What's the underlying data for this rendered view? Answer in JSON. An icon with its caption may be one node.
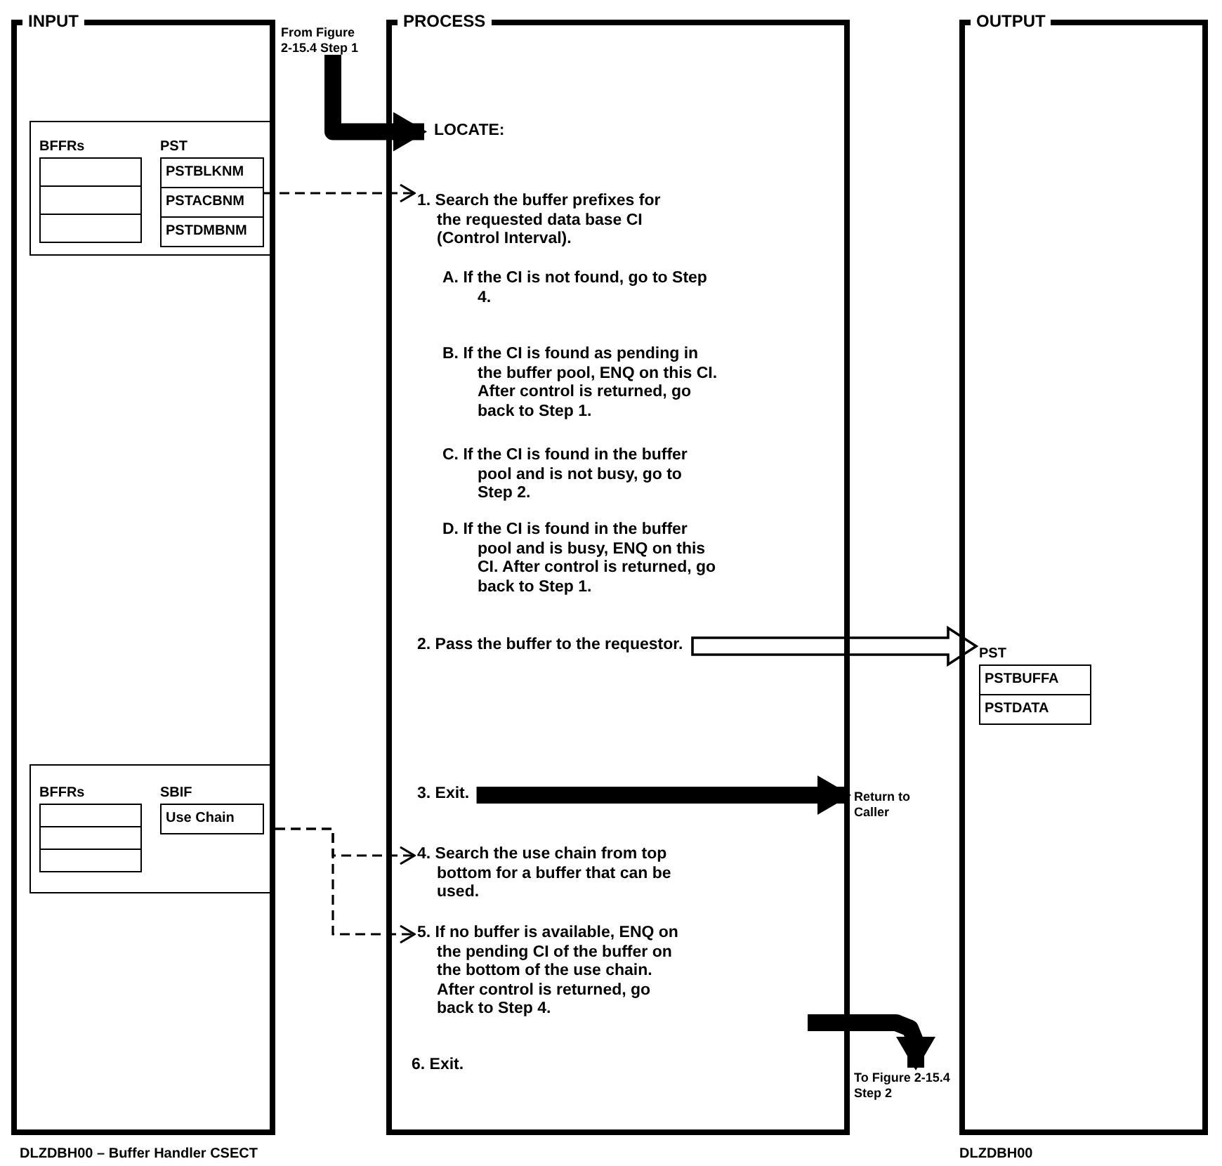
{
  "diagram": {
    "nodes": [
      {
        "text": [
          "INPUT"
        ]
      },
      {
        "text": [],
        "shape": "box",
        "in": 0
      },
      {
        "text": [
          "BFFRs"
        ],
        "in": 1
      },
      {
        "text": [
          "PST",
          "PSTBLKNM",
          "PSTACBNM",
          "PSTDMBNM"
        ],
        "in": 1
      },
      {
        "text": [],
        "shape": "box",
        "in": 0
      },
      {
        "text": [
          "BFFRs"
        ],
        "in": 4
      },
      {
        "text": [
          "SBIF",
          "Use Chain"
        ],
        "in": 4
      },
      {
        "text": [
          "PROCESS"
        ]
      },
      {
        "text": [
          "LOCATE:"
        ],
        "in": 7
      },
      {
        "text": [
          "1. Search the buffer prefixes for the requested data base CI (Control Interval)."
        ],
        "in": 7
      },
      {
        "text": [
          "2. Pass the buffer to the requestor."
        ],
        "in": 7
      },
      {
        "text": [
          "3. Exit."
        ],
        "in": 7
      },
      {
        "text": [
          "4. Search the use chain from top bottom for a buffer that can be used."
        ],
        "in": 7
      },
      {
        "text": [
          "5. If no buffer is available, ENQ on the pending CI of the buffer on the bottom of the use chain. After control is returned, go back to Step 4."
        ],
        "in": 7
      },
      {
        "text": [
          "OUTPUT"
        ]
      },
      {
        "text": [
          "PST",
          "PSTBUFFA",
          "PSTDATA"
        ],
        "in": 14
      },
      {
        "text": [
          "From Figure 2-15.4 Step 1"
        ]
      },
      {
        "text": [
          "Return to Caller"
        ]
      },
      {
        "text": [
          "To Figure 2-15.4 Step 2"
        ]
      }
    ],
    "edges": [
      {
        "from": 16,
        "to": 8,
        "arrow": "to",
        "style": "thick"
      },
      {
        "from": 3,
        "to": 9,
        "arrow": "to",
        "style": "dashed"
      },
      {
        "from": 4,
        "to": 12,
        "arrow": "to",
        "style": "dashed"
      },
      {
        "from": 4,
        "to": 13,
        "arrow": "to",
        "style": "dashed"
      },
      {
        "from": 10,
        "to": 15,
        "arrow": "to"
      },
      {
        "from": 11,
        "to": 17,
        "arrow": "to",
        "style": "thick"
      },
      {
        "from": null,
        "to": 18,
        "arrow": "to",
        "style": "thick"
      }
    ],
    "labels": [
      "A. If the CI is not found, go to Step 4.",
      "B. If the CI is found as pending in the buffer pool, ENQ on this CI. After control is returned, go back to Step 1.",
      "C. If the CI is found in the buffer pool and is not busy, go to Step 2.",
      "D. If the CI is found in the buffer pool and is busy, ENQ on this CI. After control is returned, go back to Step 1.",
      "6. Exit.",
      "DLZDBH00 – Buffer Handler CSECT",
      "DLZDBH00"
    ]
  }
}
